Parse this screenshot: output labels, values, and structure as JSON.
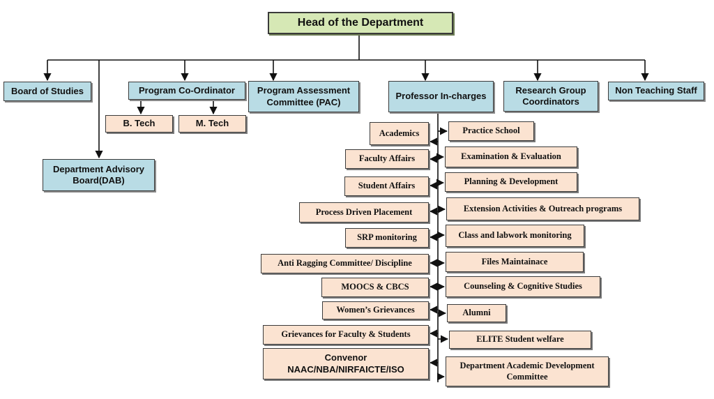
{
  "head": "Head of the Department",
  "top_units": {
    "board_of_studies": "Board of Studies",
    "program_coordinator": "Program Co-Ordinator",
    "pac": "Program Assessment Committee (PAC)",
    "professor_incharges": "Professor In-charges",
    "research_group": "Research Group Coordinators",
    "non_teaching": "Non Teaching Staff",
    "dab": "Department Advisory Board(DAB)"
  },
  "programs": {
    "btech": "B. Tech",
    "mtech": "M. Tech"
  },
  "left_committees": [
    "Academics",
    "Faculty Affairs",
    "Student Affairs",
    "Process Driven Placement",
    "SRP monitoring",
    "Anti Ragging Committee/ Discipline",
    "MOOCS & CBCS",
    "Women’s Grievances",
    "Grievances for Faculty & Students"
  ],
  "convenor": {
    "title": "Convenor",
    "bodies": "NAAC/NBA/NIRFAICTE/ISO"
  },
  "right_committees": [
    "Practice School",
    "Examination & Evaluation",
    "Planning & Development",
    "Extension Activities & Outreach programs",
    "Class and labwork monitoring",
    "Files Maintainace",
    "Counseling & Cognitive Studies",
    "Alumni",
    "ELITE Student welfare",
    "Department Academic Development Committee"
  ]
}
